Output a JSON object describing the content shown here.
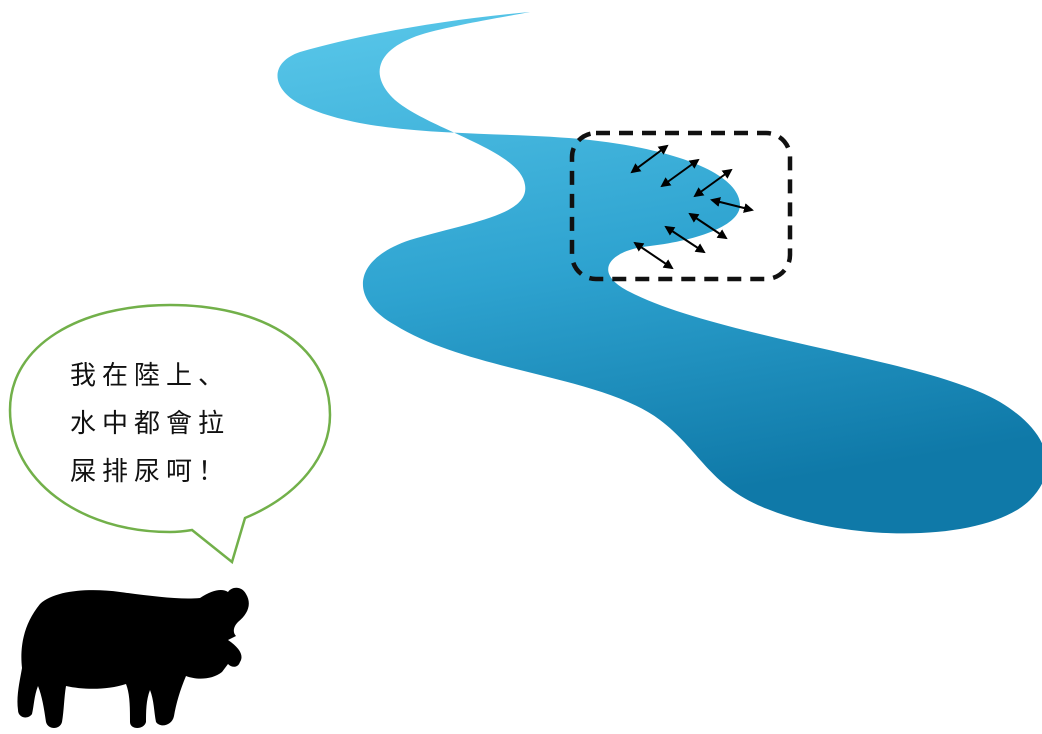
{
  "speech_bubble": {
    "lines": [
      "我在陸上、",
      "水中都會拉",
      "屎排尿呵！"
    ]
  },
  "colors": {
    "river_light": "#5ac8ea",
    "river_mid": "#2ea3d0",
    "river_dark": "#0f79a8",
    "bubble_outline": "#72b04a",
    "silhouette": "#000000",
    "highlight_box": "#111111"
  },
  "icons": {
    "river": "river-illustration",
    "highlight": "dashed-highlight-box",
    "arrows": "double-arrow-icon",
    "animal": "hippo-silhouette-icon"
  }
}
